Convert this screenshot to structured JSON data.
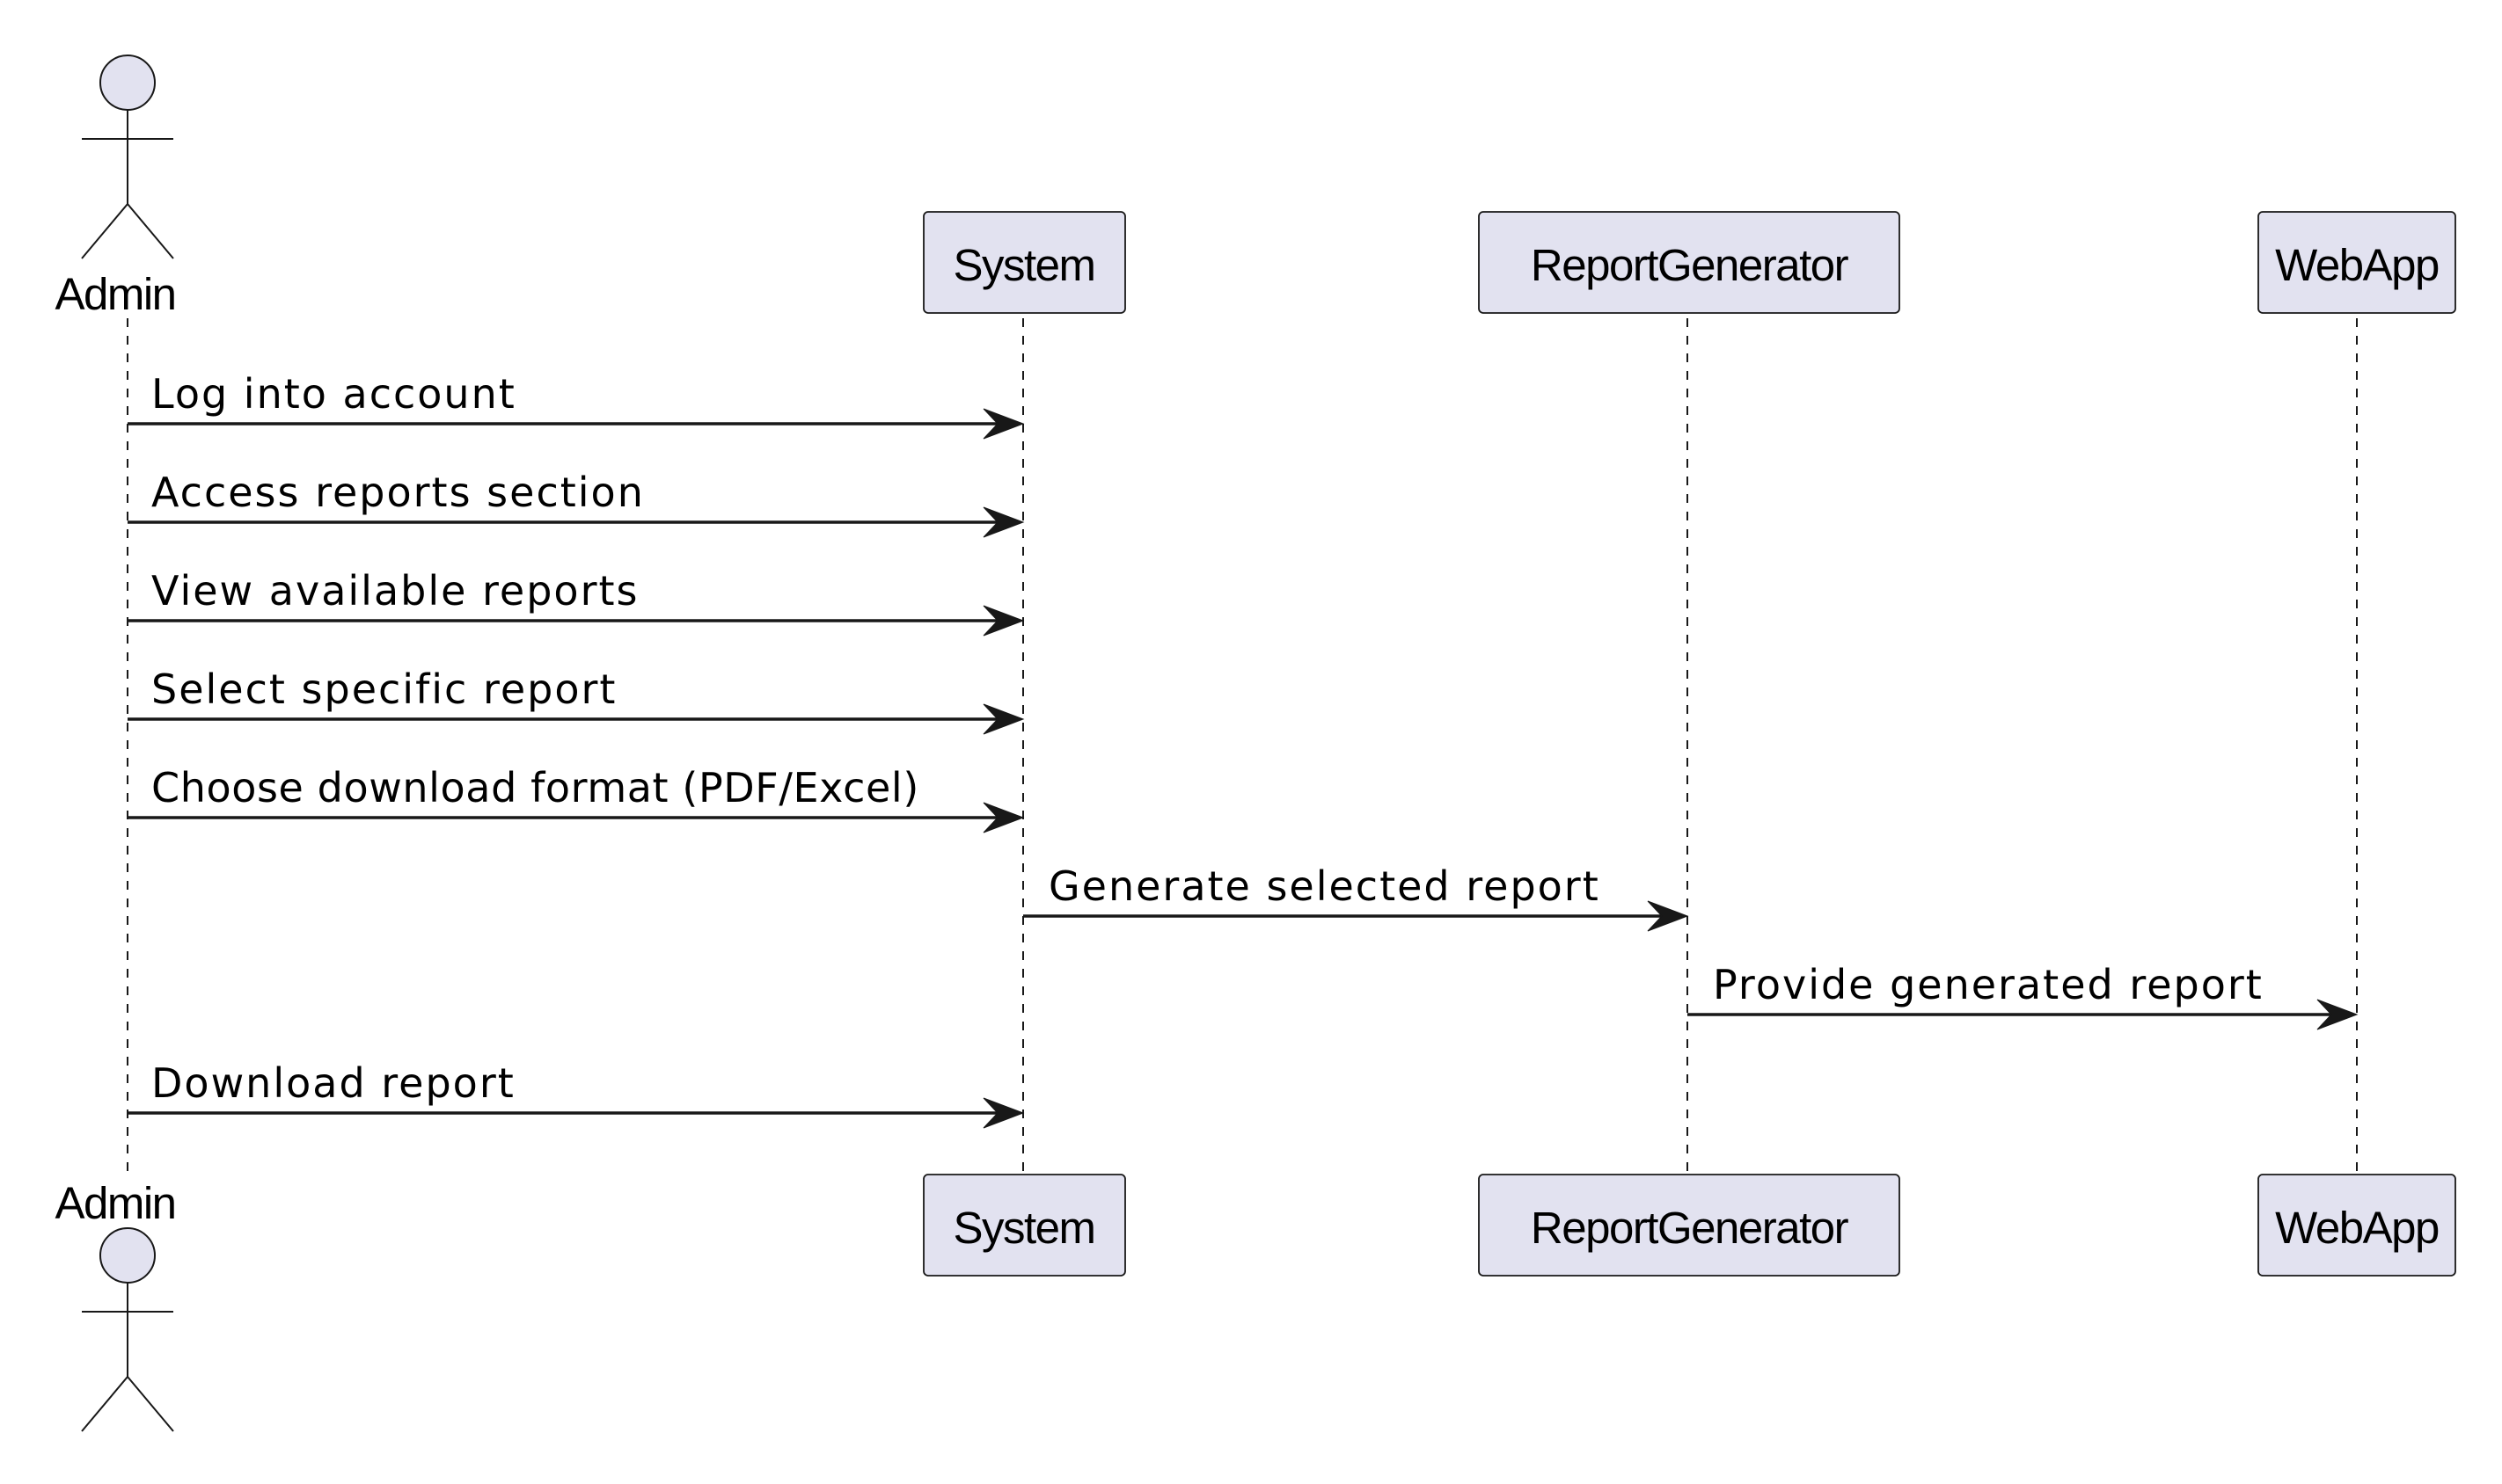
{
  "diagram": {
    "type": "sequence",
    "participants": [
      {
        "id": "admin",
        "name": "Admin",
        "kind": "actor"
      },
      {
        "id": "system",
        "name": "System",
        "kind": "participant"
      },
      {
        "id": "report-generator",
        "name": "ReportGenerator",
        "kind": "participant"
      },
      {
        "id": "webapp",
        "name": "WebApp",
        "kind": "participant"
      }
    ],
    "messages": [
      {
        "from": "admin",
        "to": "system",
        "text": "Log into account"
      },
      {
        "from": "admin",
        "to": "system",
        "text": "Access reports section"
      },
      {
        "from": "admin",
        "to": "system",
        "text": "View available reports"
      },
      {
        "from": "admin",
        "to": "system",
        "text": "Select specific report"
      },
      {
        "from": "admin",
        "to": "system",
        "text": "Choose download format (PDF/Excel)"
      },
      {
        "from": "system",
        "to": "report-generator",
        "text": "Generate selected report"
      },
      {
        "from": "report-generator",
        "to": "webapp",
        "text": "Provide generated report"
      },
      {
        "from": "admin",
        "to": "system",
        "text": "Download report"
      }
    ],
    "colors": {
      "participant_fill": "#e2e2f0",
      "line": "#181818",
      "text": "#000000"
    }
  }
}
